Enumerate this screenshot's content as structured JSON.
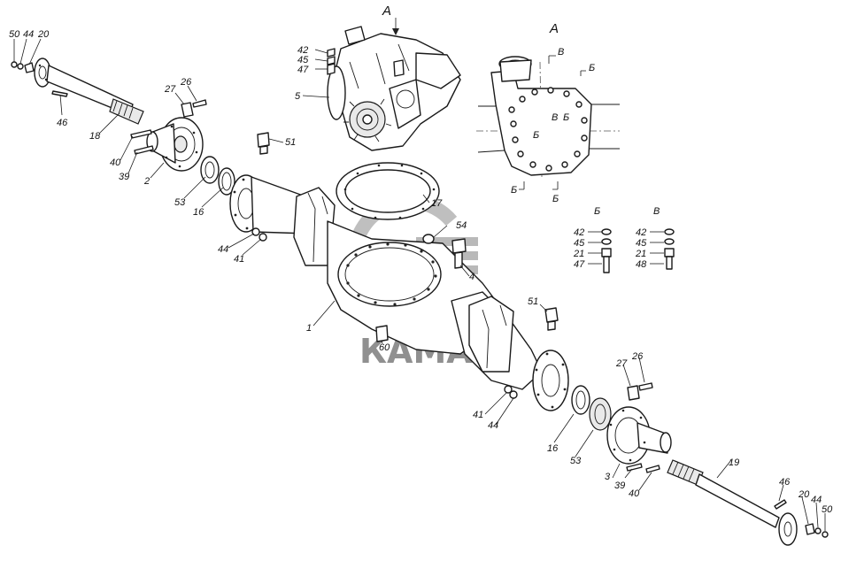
{
  "watermark": {
    "brand": "КАМАЗ",
    "color": "#6b6b6b"
  },
  "views": {
    "main_arrow": "А",
    "detail_title": "А"
  },
  "section_marks": [
    "В",
    "Б",
    "Б",
    "В",
    "Б",
    "Б",
    "Б"
  ],
  "tables": [
    {
      "title": "Б",
      "items": [
        "42",
        "45",
        "21",
        "47"
      ]
    },
    {
      "title": "В",
      "items": [
        "42",
        "45",
        "21",
        "48"
      ]
    }
  ],
  "callouts": {
    "top_left_50": "50",
    "top_left_44": "44",
    "top_left_20": "20",
    "c46_left": "46",
    "c18": "18",
    "c27_top": "27",
    "c26_top": "26",
    "c40_left": "40",
    "c39_left": "39",
    "c2": "2",
    "c53_left": "53",
    "c16_left": "16",
    "c51_top": "51",
    "c44_mid": "44",
    "c41_mid": "41",
    "c42_top": "42",
    "c45_top": "45",
    "c47_top": "47",
    "c5": "5",
    "c17": "17",
    "c54": "54",
    "c4": "4",
    "c1": "1",
    "c60": "60",
    "c51_right": "51",
    "c41_low": "41",
    "c44_low": "44",
    "c16_right": "16",
    "c53_right": "53",
    "c27_right": "27",
    "c26_right": "26",
    "c3": "3",
    "c39_right": "39",
    "c40_right": "40",
    "c19": "19",
    "c46_right": "46",
    "c20_right": "20",
    "c44_right": "44",
    "c50_right": "50"
  }
}
